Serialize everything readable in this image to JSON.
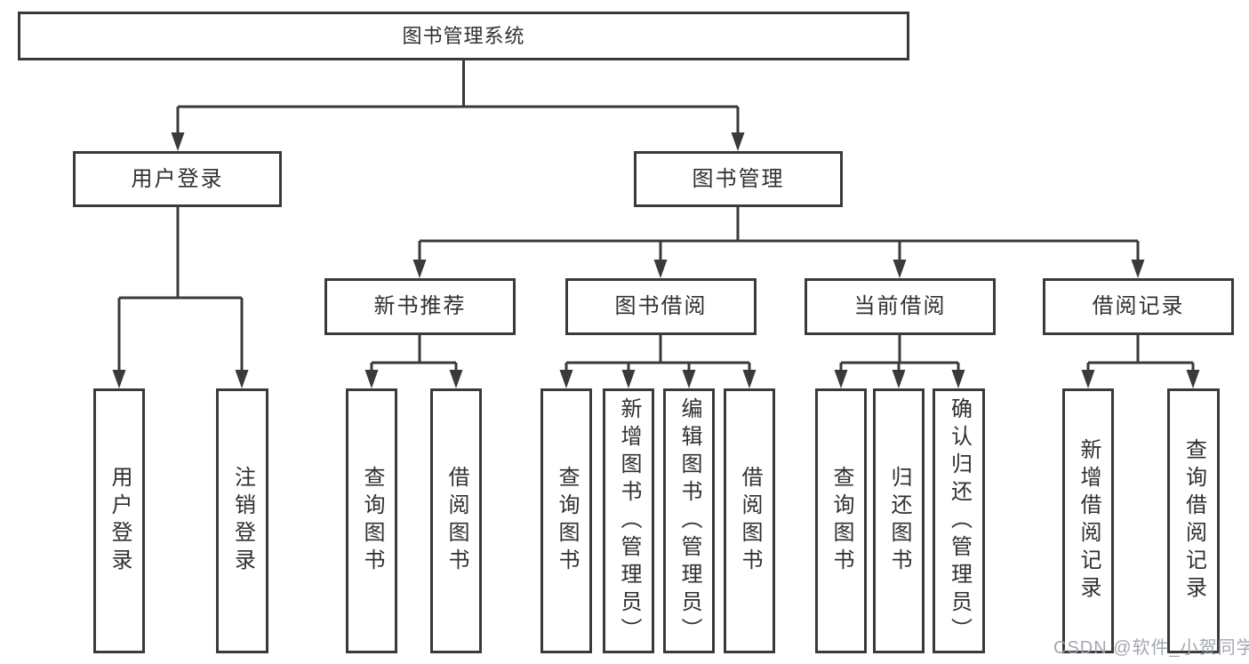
{
  "diagram": {
    "root": "图书管理系统",
    "branches": [
      {
        "label": "用户登录",
        "children": [
          "用户登录",
          "注销登录"
        ]
      },
      {
        "label": "图书管理",
        "sections": [
          {
            "label": "新书推荐",
            "children": [
              "查询图书",
              "借阅图书"
            ]
          },
          {
            "label": "图书借阅",
            "children": [
              "查询图书",
              "新增图书（管理员）",
              "编辑图书（管理员）",
              "借阅图书"
            ]
          },
          {
            "label": "当前借阅",
            "children": [
              "查询图书",
              "归还图书",
              "确认归还（管理员）"
            ]
          },
          {
            "label": "借阅记录",
            "children": [
              "新增借阅记录",
              "查询借阅记录"
            ]
          }
        ]
      }
    ]
  },
  "watermark": {
    "text": "CSDN @软件_小贺同学"
  },
  "colors": {
    "background": "#ffffff",
    "line": "#3a3a3a",
    "box_border": "#3a3a3a",
    "text": "#303030",
    "watermark": "#9ea3ab"
  }
}
